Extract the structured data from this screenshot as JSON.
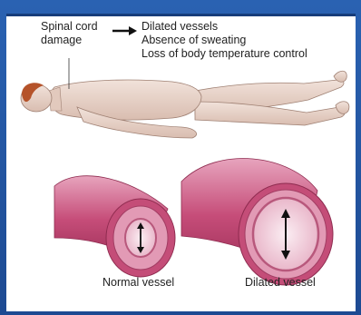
{
  "labels": {
    "damage": "Spinal cord damage",
    "effects": [
      "Dilated vessels",
      "Absence of sweating",
      "Loss of body temperature control"
    ]
  },
  "captions": {
    "normal": "Normal vessel",
    "dilated": "Dilated vessel"
  },
  "colors": {
    "frame": "#1f4f9a",
    "skin": "#ead6cc",
    "hair": "#b5532a",
    "vessel": "#c94f7b",
    "vessel_inner": "#f3c7d6"
  }
}
